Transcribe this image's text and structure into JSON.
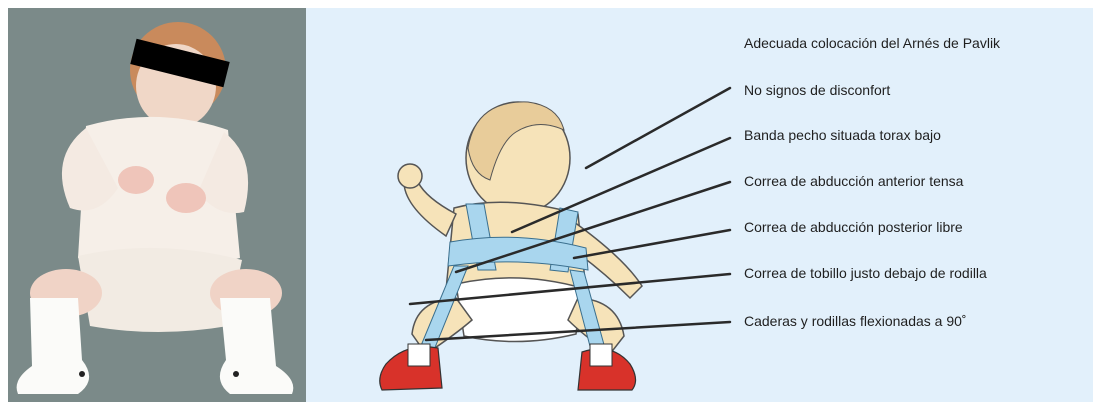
{
  "labels": [
    "Adecuada colocación del Arnés de Pavlik",
    "No signos de disconfort",
    "Banda pecho situada torax bajo",
    "Correa de abducción anterior tensa",
    "Correa de abducción posterior libre",
    "Correa de tobillo justo debajo de rodilla",
    "Caderas y rodillas flexionadas a 90˚"
  ],
  "colors": {
    "photo_background": "#7b8a89",
    "diagram_background": "#e2f0fb",
    "harness": "#a9d6ee",
    "shoe": "#d8322a",
    "skin": "#f6e3b9",
    "leader_line": "#2a2a2a"
  },
  "icons": {
    "privacy_bar": "black-censor-bar",
    "infant_photo": "infant-in-pavlik-harness-photo",
    "infant_drawing": "infant-in-pavlik-harness-illustration"
  }
}
